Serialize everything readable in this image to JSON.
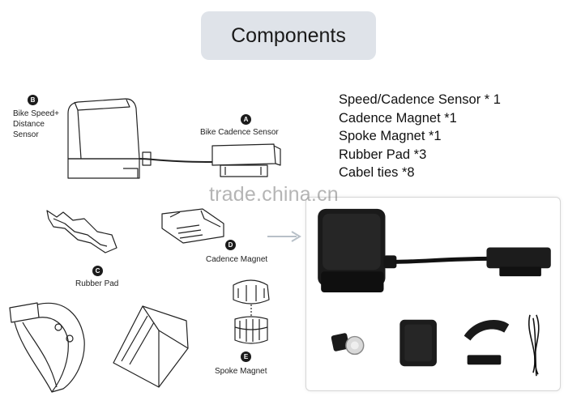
{
  "title": "Components",
  "watermark": "trade.china.cn",
  "parts": [
    "Speed/Cadence Sensor * 1",
    "Cadence Magnet *1",
    "Spoke Magnet *1",
    "Rubber Pad *3",
    "Cabel ties *8"
  ],
  "diagram": {
    "b": {
      "badge": "B",
      "label_line1": "Bike Speed+",
      "label_line2": "Distance",
      "label_line3": "Sensor"
    },
    "a": {
      "badge": "A",
      "label": "Bike Cadence Sensor"
    },
    "c": {
      "badge": "C",
      "label": "Rubber Pad"
    },
    "d": {
      "badge": "D",
      "label": "Cadence Magnet"
    },
    "e": {
      "badge": "E",
      "label": "Spoke Magnet"
    }
  }
}
